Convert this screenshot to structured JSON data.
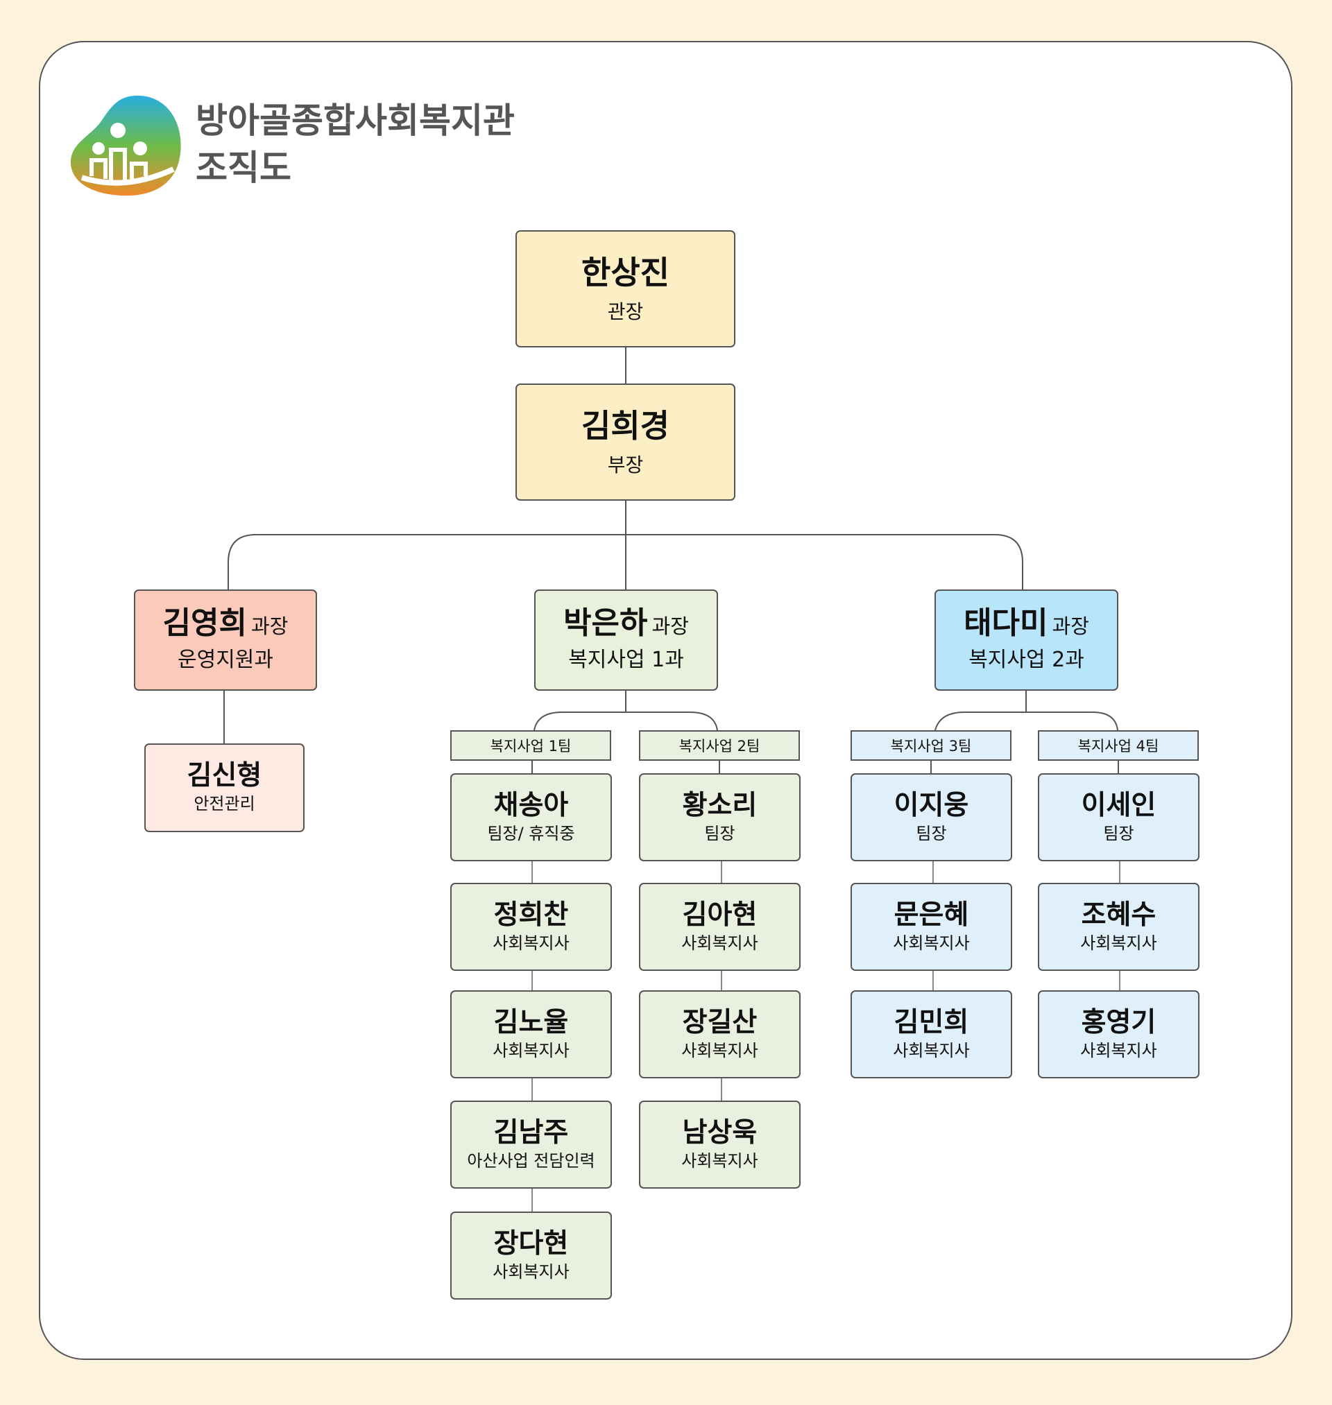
{
  "header": {
    "org_name": "방아골종합사회복지관",
    "subtitle": "조직도"
  },
  "colors": {
    "background": "#fdf3dc",
    "top": "#fdefc5",
    "support": "#fccabb",
    "support_light": "#feeae3",
    "div1": "#e9f0dc",
    "div2": "#b9e5fb",
    "div2_light": "#dff0fa"
  },
  "top": [
    {
      "name": "한상진",
      "role": "관장"
    },
    {
      "name": "김희경",
      "role": "부장"
    }
  ],
  "divisions": [
    {
      "name": "김영희",
      "title": "과장",
      "dept": "운영지원과"
    },
    {
      "name": "박은하",
      "title": "과장",
      "dept": "복지사업 1과"
    },
    {
      "name": "태다미",
      "title": "과장",
      "dept": "복지사업 2과"
    }
  ],
  "support_staff": {
    "name": "김신형",
    "role": "안전관리"
  },
  "teams": [
    {
      "label": "복지사업 1팀",
      "members": [
        {
          "name": "채송아",
          "role": "팀장/ 휴직중"
        },
        {
          "name": "정희찬",
          "role": "사회복지사"
        },
        {
          "name": "김노율",
          "role": "사회복지사"
        },
        {
          "name": "김남주",
          "role": "아산사업 전담인력"
        },
        {
          "name": "장다현",
          "role": "사회복지사"
        }
      ]
    },
    {
      "label": "복지사업 2팀",
      "members": [
        {
          "name": "황소리",
          "role": "팀장"
        },
        {
          "name": "김아현",
          "role": "사회복지사"
        },
        {
          "name": "장길산",
          "role": "사회복지사"
        },
        {
          "name": "남상욱",
          "role": "사회복지사"
        }
      ]
    },
    {
      "label": "복지사업 3팀",
      "members": [
        {
          "name": "이지웅",
          "role": "팀장"
        },
        {
          "name": "문은혜",
          "role": "사회복지사"
        },
        {
          "name": "김민희",
          "role": "사회복지사"
        }
      ]
    },
    {
      "label": "복지사업 4팀",
      "members": [
        {
          "name": "이세인",
          "role": "팀장"
        },
        {
          "name": "조혜수",
          "role": "사회복지사"
        },
        {
          "name": "홍영기",
          "role": "사회복지사"
        }
      ]
    }
  ]
}
